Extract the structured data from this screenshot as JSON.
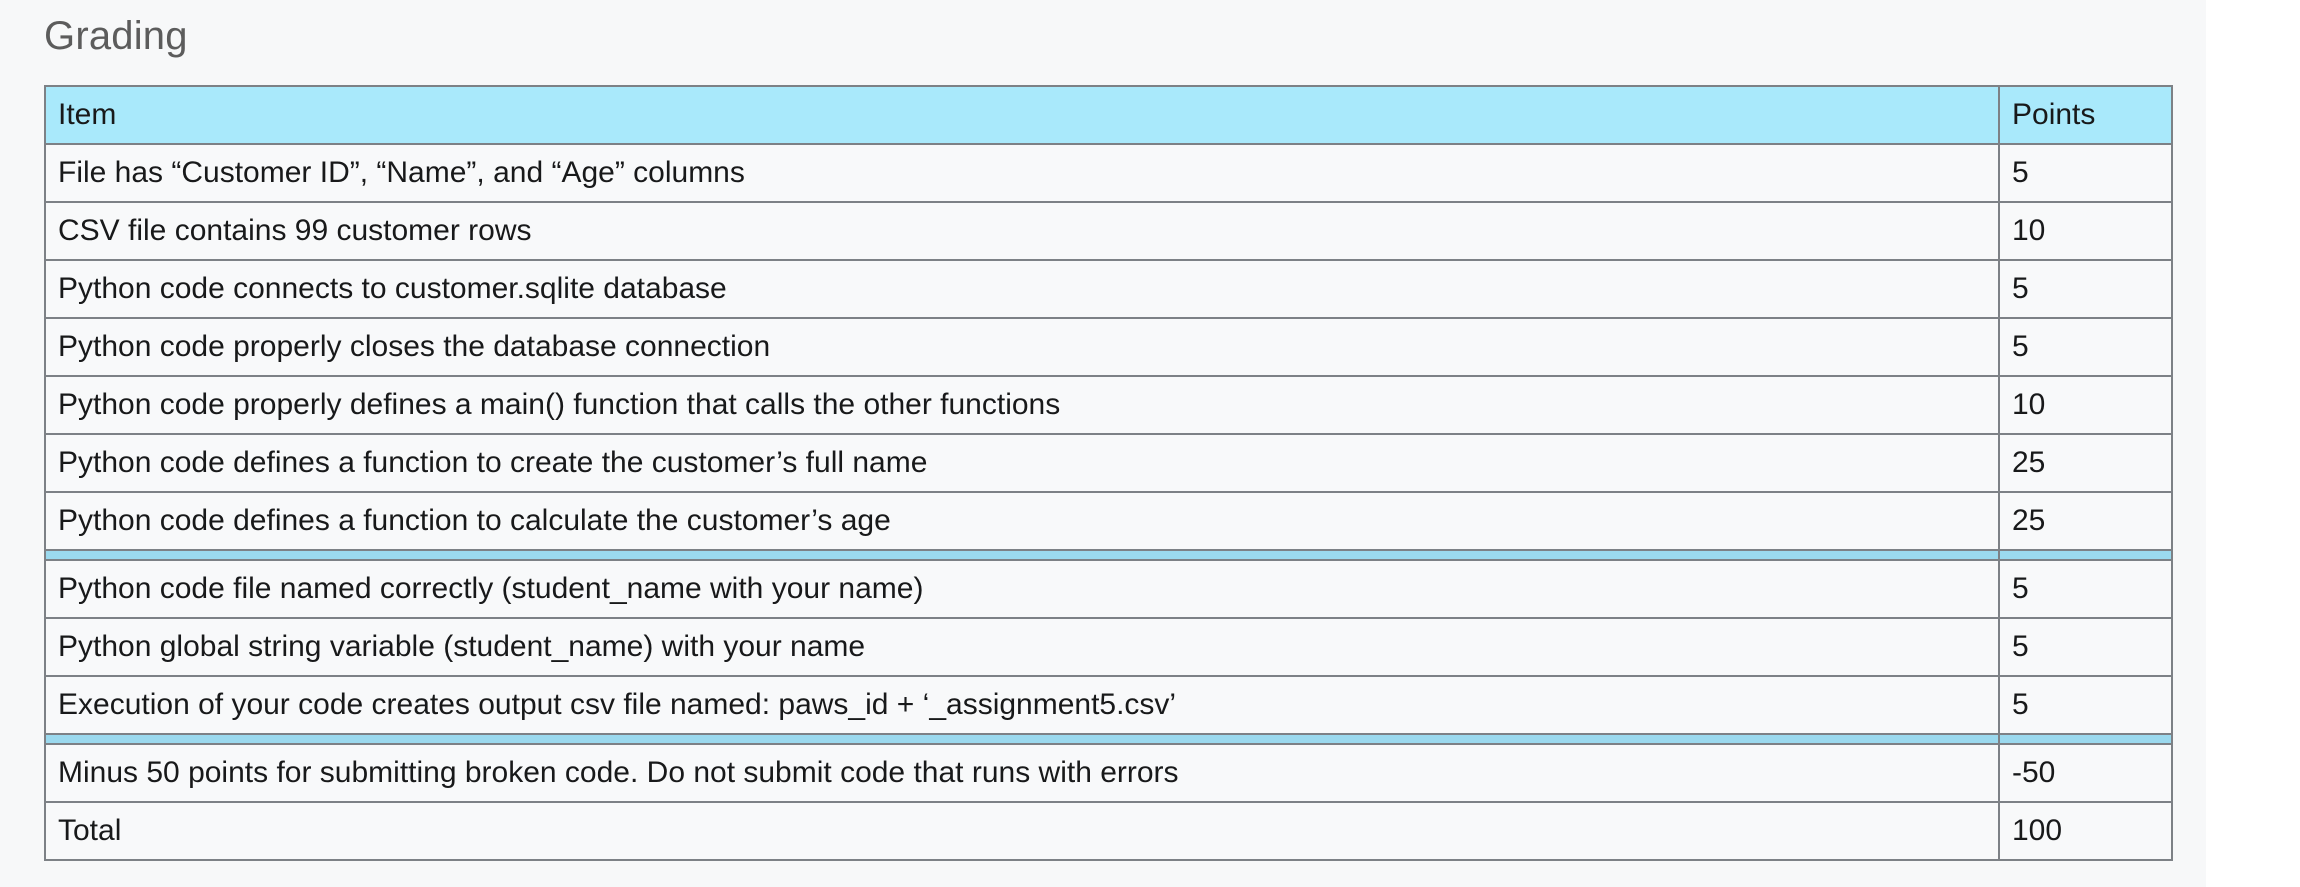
{
  "page": {
    "title": "Grading",
    "background_color": "#f7f8f9",
    "heading_color": "#5c5c5c"
  },
  "colors": {
    "header_blue": "#a9e9fb",
    "separator_blue": "#9bd9ee",
    "border_gray": "#7d8186",
    "cell_background": "#f8f9fa",
    "text": "#18191a"
  },
  "table": {
    "name": "grading-rubric-table",
    "columns": [
      "Item",
      "Points"
    ],
    "rows": [
      {
        "item": "File has “Customer ID”, “Name”, and “Age” columns",
        "points": "5"
      },
      {
        "item": "CSV file contains 99 customer rows",
        "points": "10"
      },
      {
        "item": "Python code connects to customer.sqlite database",
        "points": "5"
      },
      {
        "item": "Python code properly closes the database connection",
        "points": "5"
      },
      {
        "item": "Python code properly defines a main() function that calls the other functions",
        "points": "10"
      },
      {
        "item": "Python code defines a function to create the customer’s full name",
        "points": "25"
      },
      {
        "item": "Python code defines a function to calculate the customer’s age",
        "points": "25"
      },
      {
        "item": "Python code file named correctly (student_name with your name)",
        "points": "5"
      },
      {
        "item": "Python global string variable (student_name) with your name",
        "points": "5"
      },
      {
        "item": "Execution of your code creates output csv file named: paws_id + ‘_assignment5.csv’",
        "points": "5"
      },
      {
        "item": "Minus 50 points for submitting broken code. Do not submit code that runs with errors",
        "points": "-50"
      },
      {
        "item": "Total",
        "points": "100"
      }
    ],
    "separators_after_row_index": [
      6,
      9
    ]
  }
}
